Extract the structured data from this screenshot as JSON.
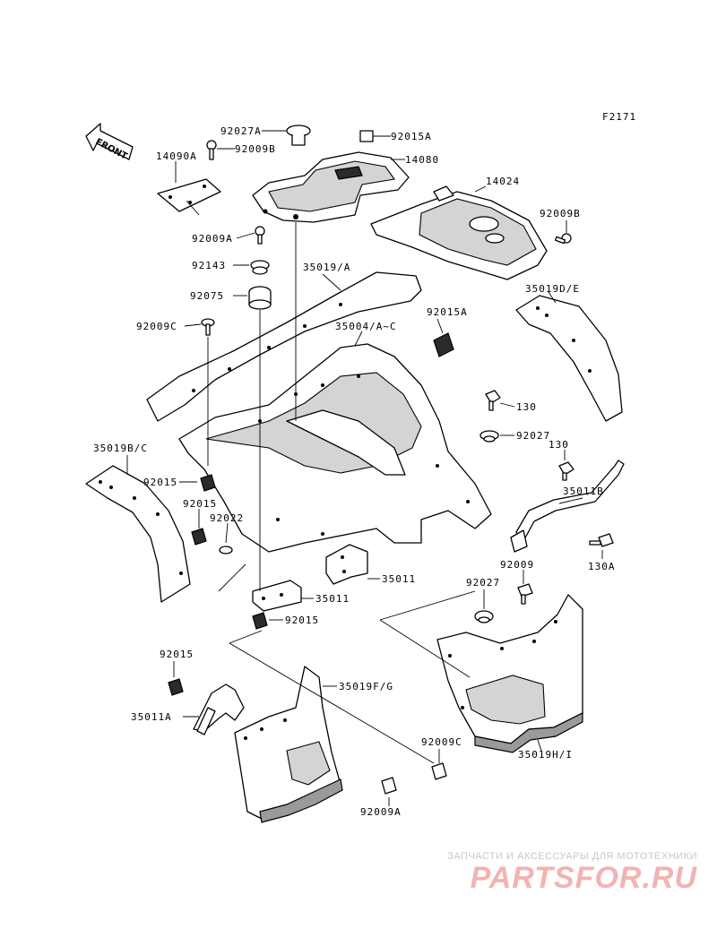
{
  "figure_code": "F2171",
  "front_marker": "FRONT",
  "labels": {
    "l_92027A": "92027A",
    "l_92009B_top": "92009B",
    "l_92015A_top": "92015A",
    "l_14080": "14080",
    "l_14090A": "14090A",
    "l_14024": "14024",
    "l_92009B_right": "92009B",
    "l_92009A_top": "92009A",
    "l_92143": "92143",
    "l_35019A": "35019/A",
    "l_92075": "92075",
    "l_35019DE": "35019D/E",
    "l_92009C_left": "92009C",
    "l_92015A_mid": "92015A",
    "l_35004": "35004/A~C",
    "l_130_a": "130",
    "l_92027": "92027",
    "l_130_b": "130",
    "l_35019BC": "35019B/C",
    "l_92015_a": "92015",
    "l_35011B": "35011B",
    "l_92015_b": "92015",
    "l_92022": "92022",
    "l_130A": "130A",
    "l_92009": "92009",
    "l_35011_a": "35011",
    "l_92027_b": "92027",
    "l_35011_b": "35011",
    "l_92015_c": "92015",
    "l_92015_d": "92015",
    "l_35019FG": "35019F/G",
    "l_35011A": "35011A",
    "l_92009C_bot": "92009C",
    "l_35019HI": "35019H/I",
    "l_92009A_bot": "92009A"
  },
  "watermark": {
    "tagline": "ЗАПЧАСТИ И АКСЕССУАРЫ ДЛЯ МОТОТЕХНИКИ",
    "logo": "PARTSFOR.RU"
  }
}
